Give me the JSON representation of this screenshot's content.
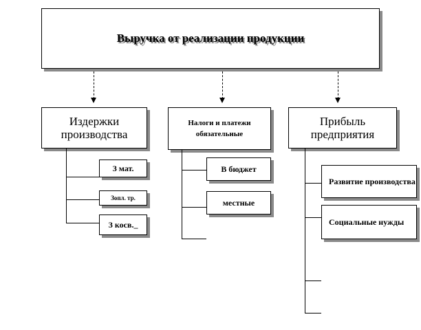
{
  "title": "Выручка от реализации продукции",
  "columns": [
    {
      "header": "Издержки производства",
      "items": [
        "З мат.",
        "Зопл. тр.",
        "З косв._"
      ]
    },
    {
      "header": "Налоги и платежи обязательные",
      "items": [
        "В бюджет",
        "местные"
      ]
    },
    {
      "header": "Прибыль предприятия",
      "items": [
        "Развитие производства",
        "Социальные нужды"
      ]
    }
  ]
}
